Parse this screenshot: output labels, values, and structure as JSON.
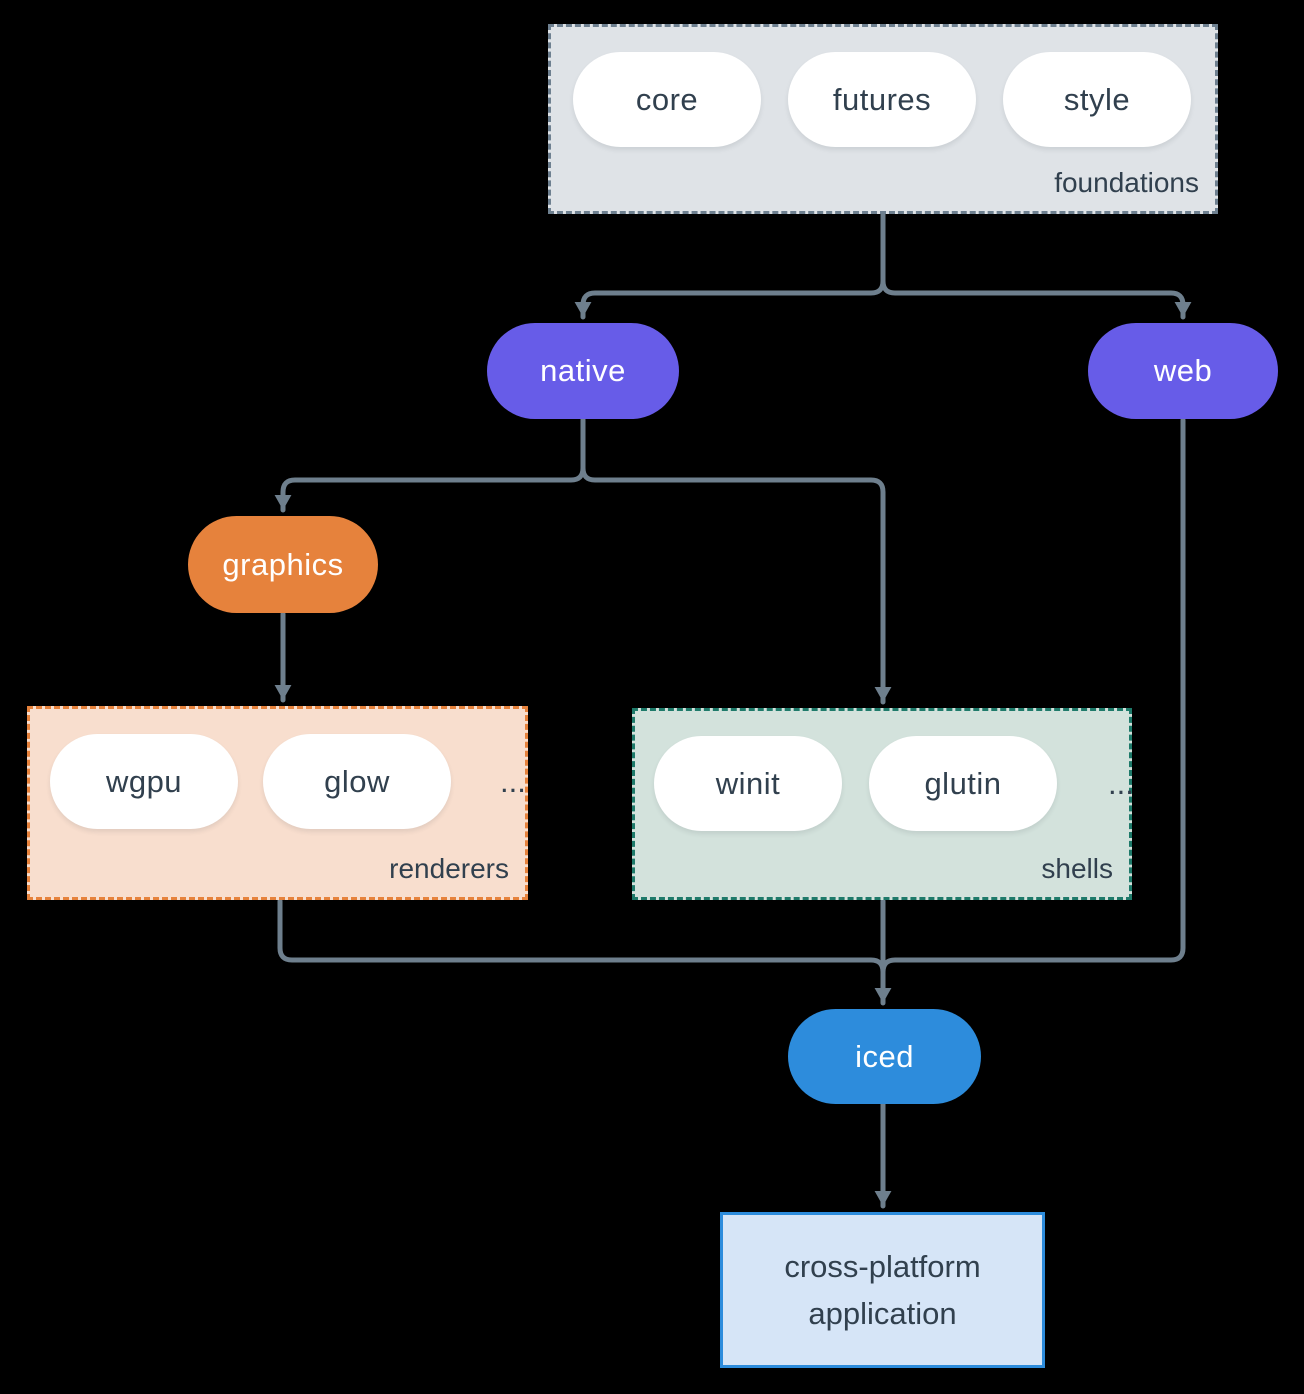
{
  "colors": {
    "bg": "#000000",
    "arrow": "#6e7f8d",
    "text-dark": "#31404e",
    "text-light": "#ffffff",
    "purple": "#675ce8",
    "orange": "#e6823c",
    "blue": "#2d8cdc",
    "gray-fill": "#dfe3e7",
    "gray-border": "#6e8090",
    "peach-fill": "#f8dece",
    "sage-fill": "#d3e2dc",
    "teal-border": "#1e7a6a",
    "lightblue-fill": "#d6e5f7",
    "pill-white": "#ffffff"
  },
  "foundations": {
    "label": "foundations",
    "items": [
      "core",
      "futures",
      "style"
    ]
  },
  "native": {
    "label": "native"
  },
  "web": {
    "label": "web"
  },
  "graphics": {
    "label": "graphics"
  },
  "renderers": {
    "label": "renderers",
    "items": [
      "wgpu",
      "glow"
    ],
    "more": "..."
  },
  "shells": {
    "label": "shells",
    "items": [
      "winit",
      "glutin"
    ],
    "more": "..."
  },
  "iced": {
    "label": "iced"
  },
  "application": {
    "label": "cross-platform application"
  }
}
